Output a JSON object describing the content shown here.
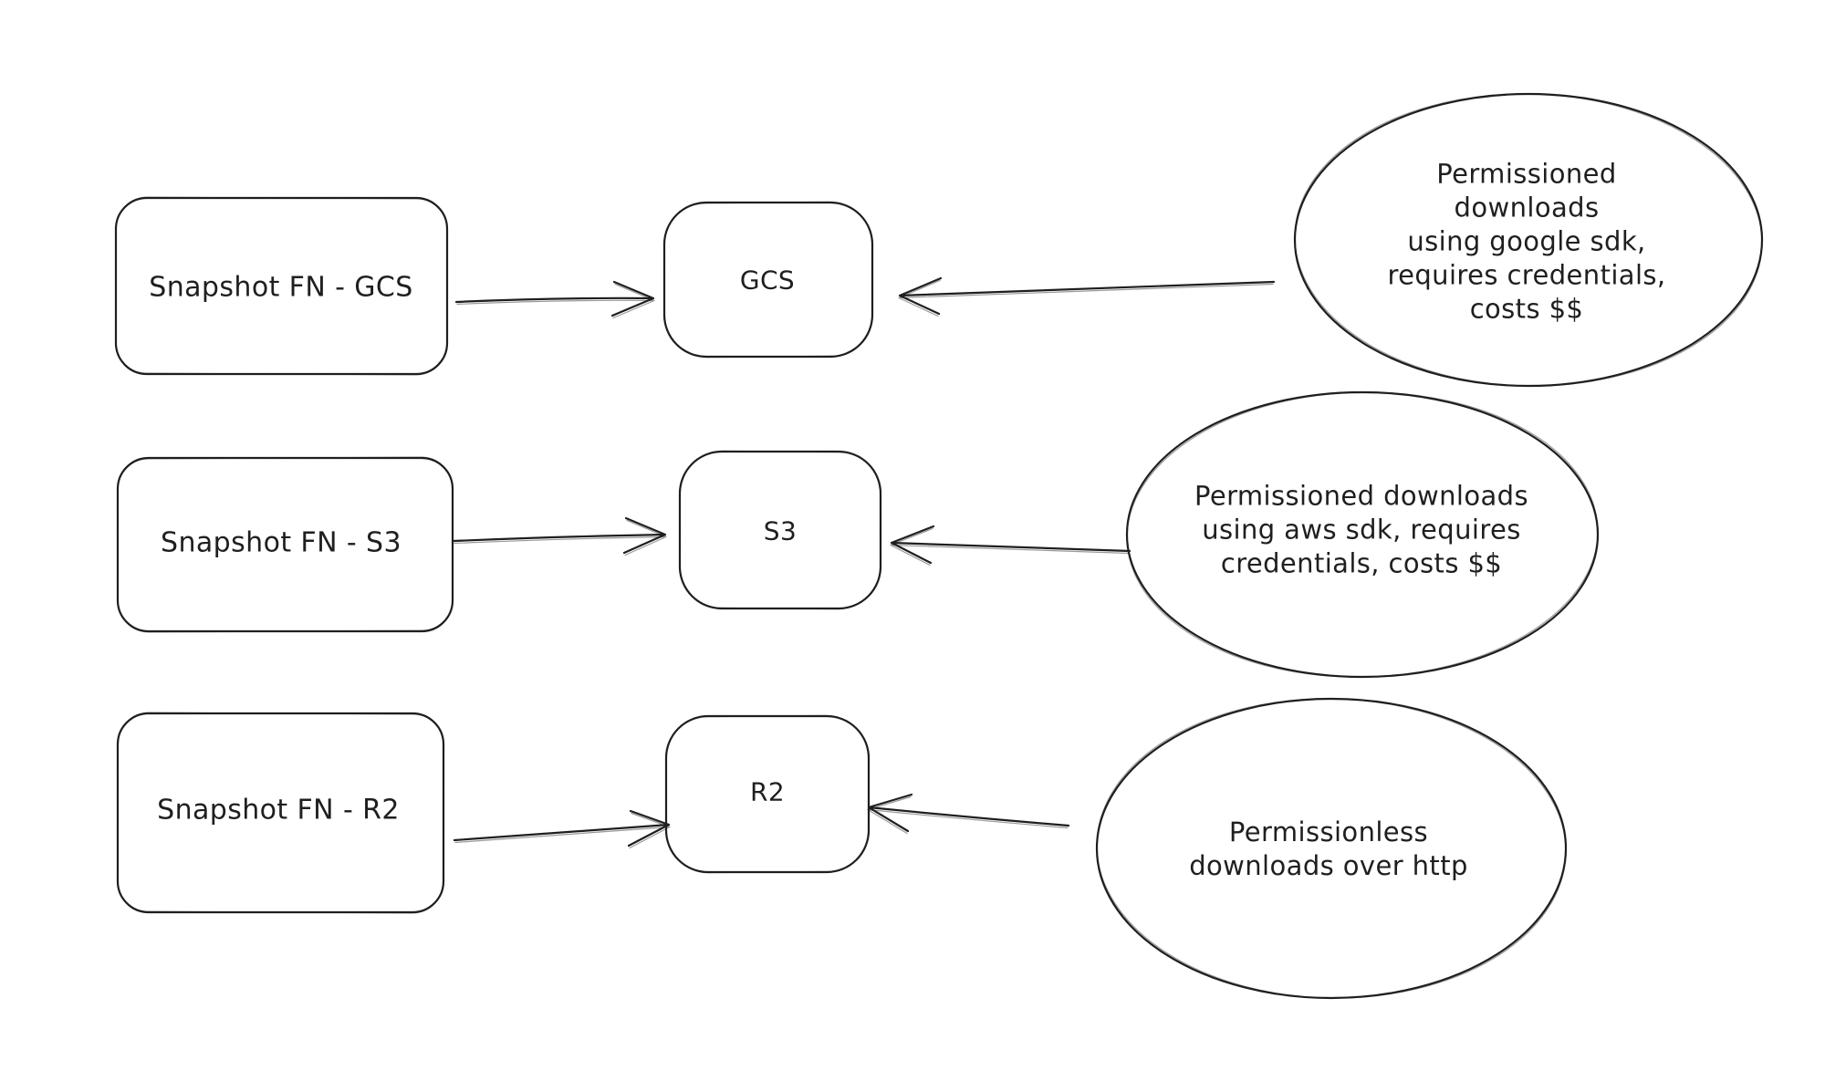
{
  "diagram": {
    "background": "#ffffff",
    "stroke_color": "#1f1f1f",
    "nodes": {
      "snapshot_gcs": "Snapshot FN - GCS",
      "snapshot_s3": "Snapshot FN - S3",
      "snapshot_r2": "Snapshot FN - R2",
      "gcs": "GCS",
      "s3": "S3",
      "r2": "R2"
    },
    "notes": {
      "gcs": "Permissioned downloads\nusing google sdk,\nrequires credentials,\ncosts $$",
      "s3": "Permissioned downloads\nusing aws sdk, requires\ncredentials, costs $$",
      "r2": "Permissionless\ndownloads over http"
    }
  }
}
